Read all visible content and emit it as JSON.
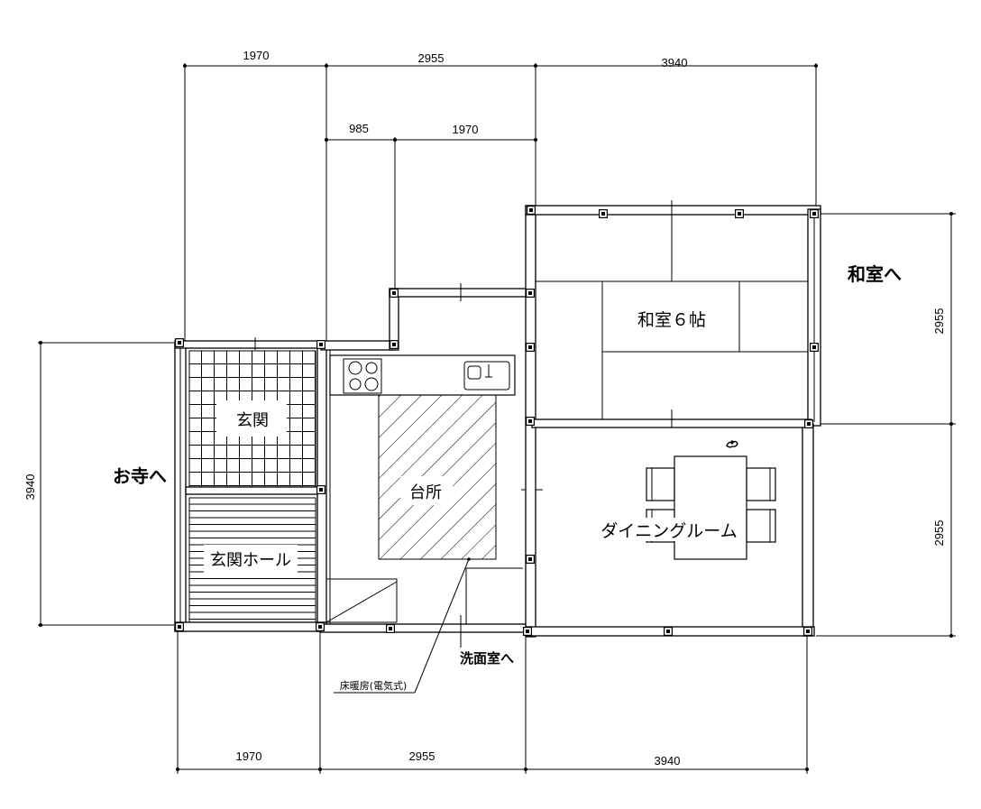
{
  "diagram": {
    "dimensions": {
      "top": [
        "1970",
        "2955",
        "3940"
      ],
      "top_inner": [
        "985",
        "1970"
      ],
      "right": [
        "2955",
        "2955"
      ],
      "left": [
        "3940"
      ],
      "bottom": [
        "1970",
        "2955",
        "3940"
      ]
    },
    "rooms": {
      "washitsu": "和室６帖",
      "genkan": "玄関",
      "genkan_hall": "玄関ホール",
      "kitchen": "台所",
      "dining": "ダイニングルーム"
    },
    "directions": {
      "to_washitsu": "和室へ",
      "to_temple": "お寺へ",
      "to_washroom": "洗面室へ"
    },
    "notes": {
      "floor_heating": "床暖房(電気式)"
    },
    "colors": {
      "line": "#000000",
      "background": "#ffffff"
    }
  }
}
